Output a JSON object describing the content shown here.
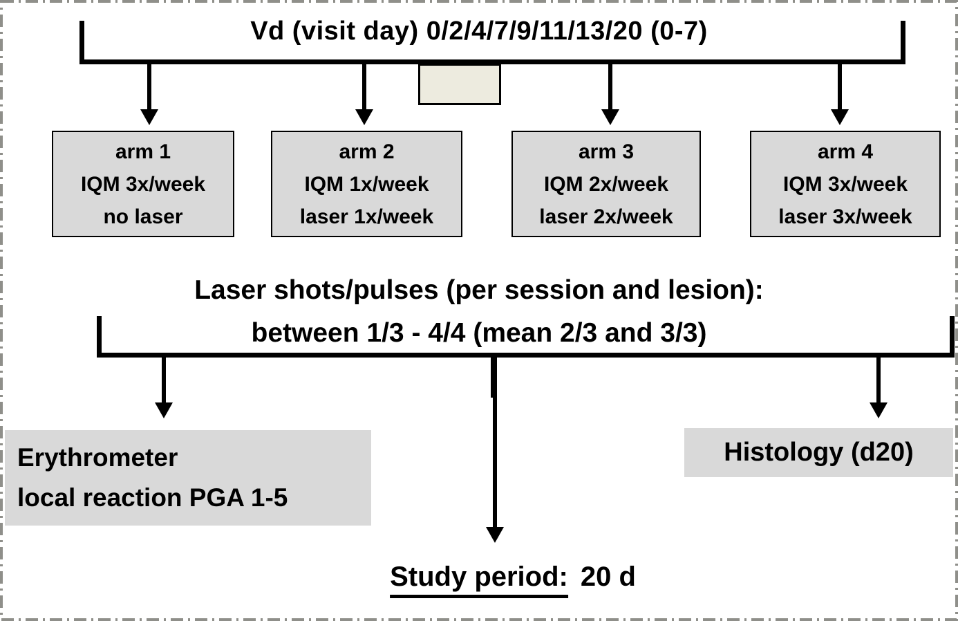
{
  "top": {
    "title": "Vd (visit day) 0/2/4/7/9/11/13/20 (0-7)"
  },
  "arms": [
    {
      "name": "arm 1",
      "iqm": "IQM 3x/week",
      "laser": "no laser"
    },
    {
      "name": "arm 2",
      "iqm": "IQM 1x/week",
      "laser": "laser 1x/week"
    },
    {
      "name": "arm 3",
      "iqm": "IQM 2x/week",
      "laser": "laser 2x/week"
    },
    {
      "name": "arm 4",
      "iqm": "IQM 3x/week",
      "laser": "laser 3x/week"
    }
  ],
  "middle": {
    "line1": "Laser shots/pulses (per session and lesion):",
    "line2": "between 1/3 - 4/4 (mean 2/3 and 3/3)"
  },
  "outcomes": {
    "left_line1": "Erythrometer",
    "left_line2": "local reaction PGA 1-5",
    "right": "Histology (d20)"
  },
  "bottom": {
    "label": "Study period:",
    "value": "20 d"
  },
  "colors": {
    "box_fill": "#d9d9d9",
    "highlight_fill": "#edebdf",
    "line_color": "#000000",
    "frame_color": "#8f8f8a"
  }
}
